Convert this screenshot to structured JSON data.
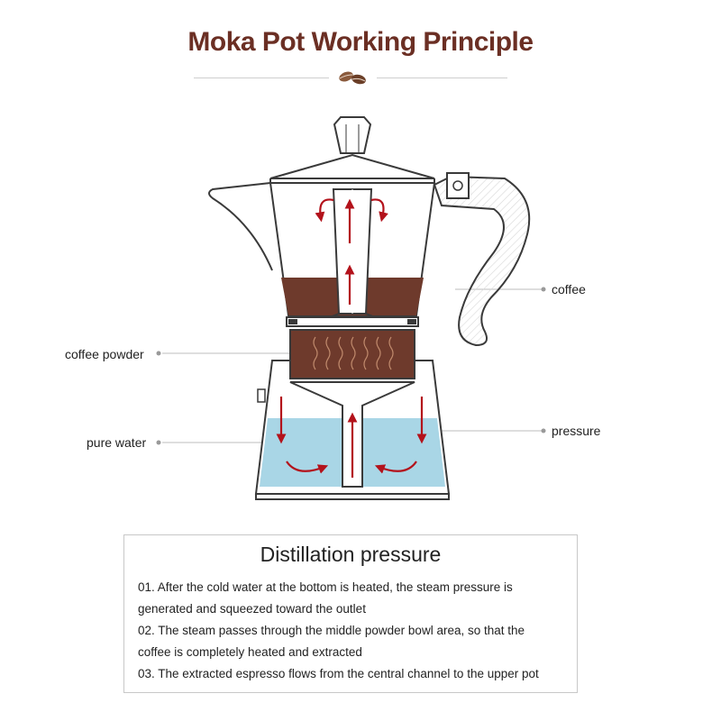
{
  "title": "Moka Pot Working Principle",
  "labels": {
    "coffee": "coffee",
    "coffee_powder": "coffee powder",
    "pure_water": "pure water",
    "pressure": "pressure"
  },
  "panel": {
    "heading": "Distillation pressure",
    "lines": [
      "01. After the cold water at the bottom is heated, the steam pressure is",
      "generated and squeezed toward the outlet",
      "02. The steam passes through the middle powder bowl area, so that the",
      "coffee is completely heated and extracted",
      "03. The extracted espresso flows from the central channel to the upper pot"
    ]
  },
  "colors": {
    "title": "#6b2f24",
    "coffee": "#6e3a2c",
    "water": "#a9d6e6",
    "arrow": "#b3121b",
    "outline": "#3a3a3a"
  }
}
